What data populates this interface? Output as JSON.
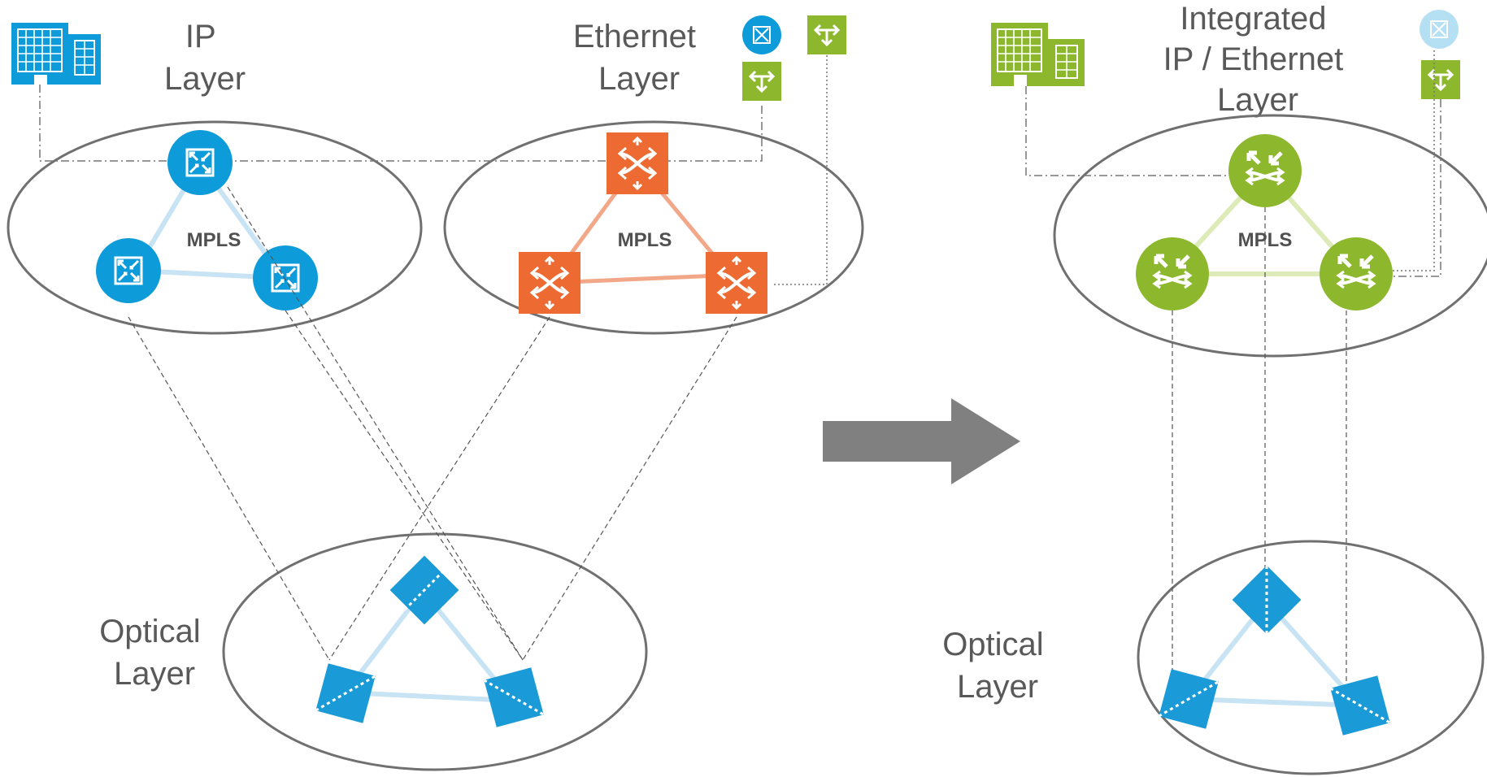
{
  "left": {
    "ip_layer_label": [
      "IP",
      "Layer"
    ],
    "ethernet_layer_label": [
      "Ethernet",
      "Layer"
    ],
    "ip_mpls_label": "MPLS",
    "ethernet_mpls_label": "MPLS",
    "optical_layer_label": [
      "Optical",
      "Layer"
    ]
  },
  "right": {
    "integrated_layer_label": [
      "Integrated",
      "IP / Ethernet",
      "Layer"
    ],
    "mpls_label": "MPLS",
    "optical_layer_label": [
      "Optical",
      "Layer"
    ]
  },
  "colors": {
    "ip_blue": "#0E9BDA",
    "ethernet_orange": "#EE6A33",
    "integrated_green": "#8DB82E",
    "optical_blue": "#1A9AD6",
    "ring_gray": "#707070",
    "arrow_gray": "#808080"
  },
  "icons": [
    "office-building-icon",
    "ip-router-icon",
    "ethernet-switch-icon",
    "service-interface-icon",
    "optical-node-icon",
    "integrated-router-icon",
    "right-arrow-icon"
  ]
}
